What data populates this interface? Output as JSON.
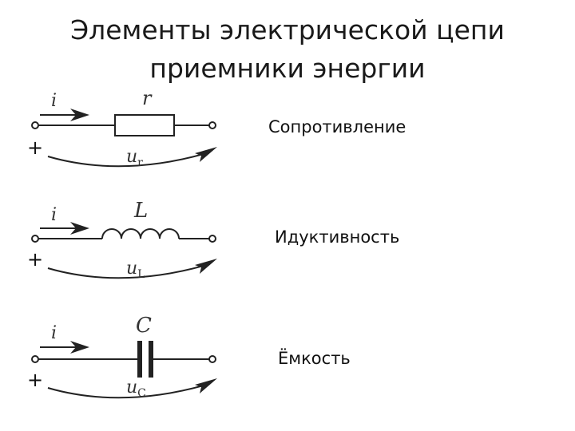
{
  "slide": {
    "title_line1": "Элементы электрической цепи",
    "title_line2": "приемники энергии"
  },
  "circuits": [
    {
      "id": "resistor",
      "label": "Сопротивление",
      "current_symbol": "i",
      "element_symbol": "r",
      "voltage_symbol": "u",
      "voltage_subscript": "r",
      "polarity": "+"
    },
    {
      "id": "inductor",
      "label": "Идуктивность",
      "current_symbol": "i",
      "element_symbol": "L",
      "voltage_symbol": "u",
      "voltage_subscript": "L",
      "polarity": "+"
    },
    {
      "id": "capacitor",
      "label": "Ёмкость",
      "current_symbol": "i",
      "element_symbol": "C",
      "voltage_symbol": "u",
      "voltage_subscript": "C",
      "polarity": "+"
    }
  ]
}
